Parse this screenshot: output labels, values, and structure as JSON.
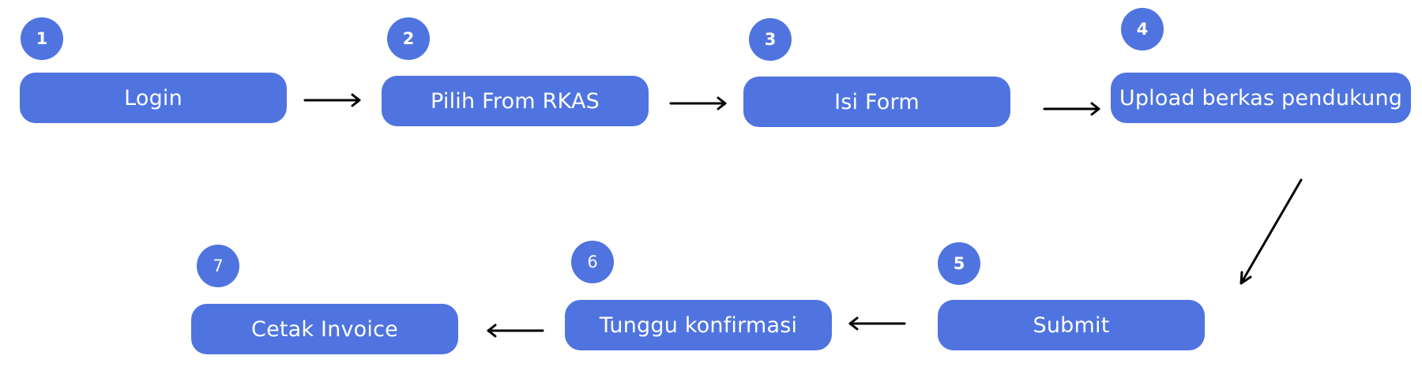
{
  "colors": {
    "box_fill": "#4F74E0",
    "text": "#FFFFFF",
    "arrow": "#000000"
  },
  "steps": [
    {
      "number": "1",
      "label": "Login"
    },
    {
      "number": "2",
      "label": "Pilih From RKAS"
    },
    {
      "number": "3",
      "label": "Isi Form"
    },
    {
      "number": "4",
      "label": "Upload berkas pendukung"
    },
    {
      "number": "5",
      "label": "Submit"
    },
    {
      "number": "6",
      "label": "Tunggu konfirmasi"
    },
    {
      "number": "7",
      "label": "Cetak Invoice"
    }
  ]
}
